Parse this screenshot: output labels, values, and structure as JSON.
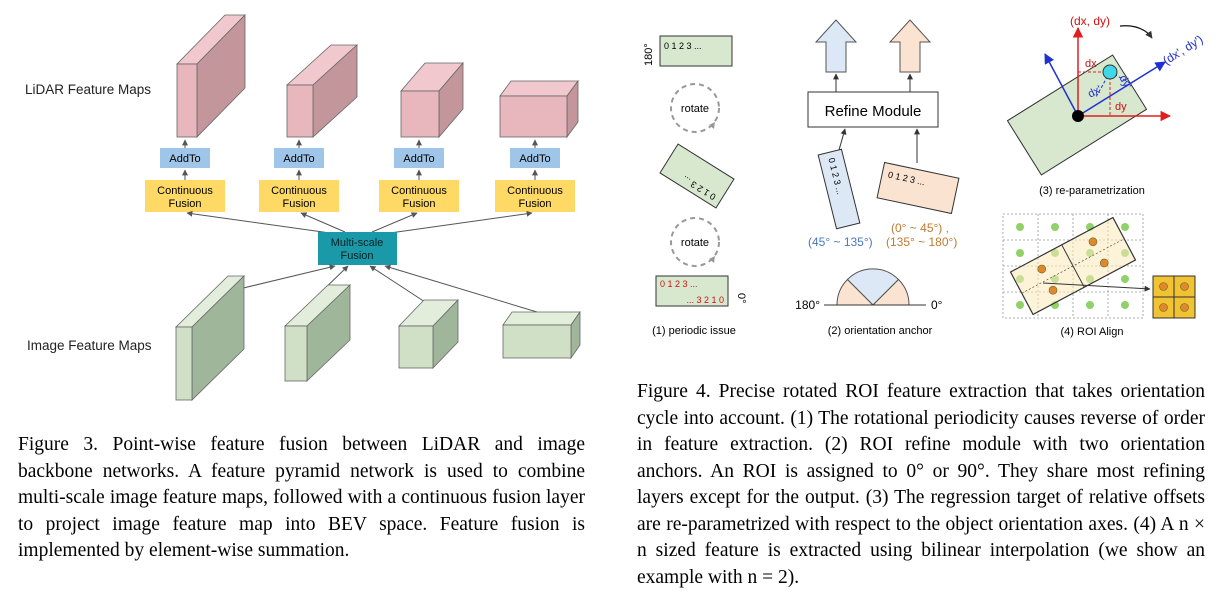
{
  "figure3": {
    "lidar_label": "LiDAR Feature Maps",
    "image_label": "Image Feature Maps",
    "addto": "AddTo",
    "continuous_fusion": [
      "Continuous",
      "Fusion"
    ],
    "multiscale_fusion": [
      "Multi-scale",
      "Fusion"
    ],
    "caption": "Figure 3. Point-wise feature fusion between LiDAR and image backbone networks. A feature pyramid network is used to combine multi-scale image feature maps, followed with a continuous fusion layer to project image feature map into BEV space. Feature fusion is implemented by element-wise summation.",
    "colors": {
      "lidar": "#e8b6bd",
      "image": "#cfe0c6",
      "addto": "#9fc5e8",
      "fusion": "#ffd966",
      "multiscale": "#1a9aa8"
    }
  },
  "figure4": {
    "p1": {
      "angle_180": "180°",
      "angle_0": "0°",
      "seq": "0 1 2 3 ...",
      "seq_reversed": "... 3 2 1 0",
      "rotate": "rotate",
      "label": "(1) periodic issue"
    },
    "p2": {
      "refine": "Refine Module",
      "seq": "0 1 2 3 ...",
      "range_blue": "(45° ~ 135°)",
      "range_orange_1": "(0° ~ 45°) ,",
      "range_orange_2": "(135° ~ 180°)",
      "axis_180": "180°",
      "axis_0": "0°",
      "label": "(2) orientation anchor"
    },
    "p3": {
      "dxdy": "(dx, dy)",
      "dxdy_prime": "(dx', dy')",
      "dx": "dx",
      "dy": "dy",
      "dx_prime": "dx'",
      "dy_prime": "dy'",
      "label": "(3) re-parametrization"
    },
    "p4": {
      "label": "(4) ROI Align"
    },
    "caption": "Figure 4. Precise rotated ROI feature extraction that takes orientation cycle into account. (1) The rotational periodicity causes reverse of order in feature extraction. (2) ROI refine module with two orientation anchors. An ROI is assigned to 0° or 90°. They share most refining layers except for the output. (3) The regression target of relative offsets are re-parametrized with respect to the object orientation axes. (4) A n × n sized feature is extracted using bilinear interpolation (we show an example with n = 2)."
  }
}
